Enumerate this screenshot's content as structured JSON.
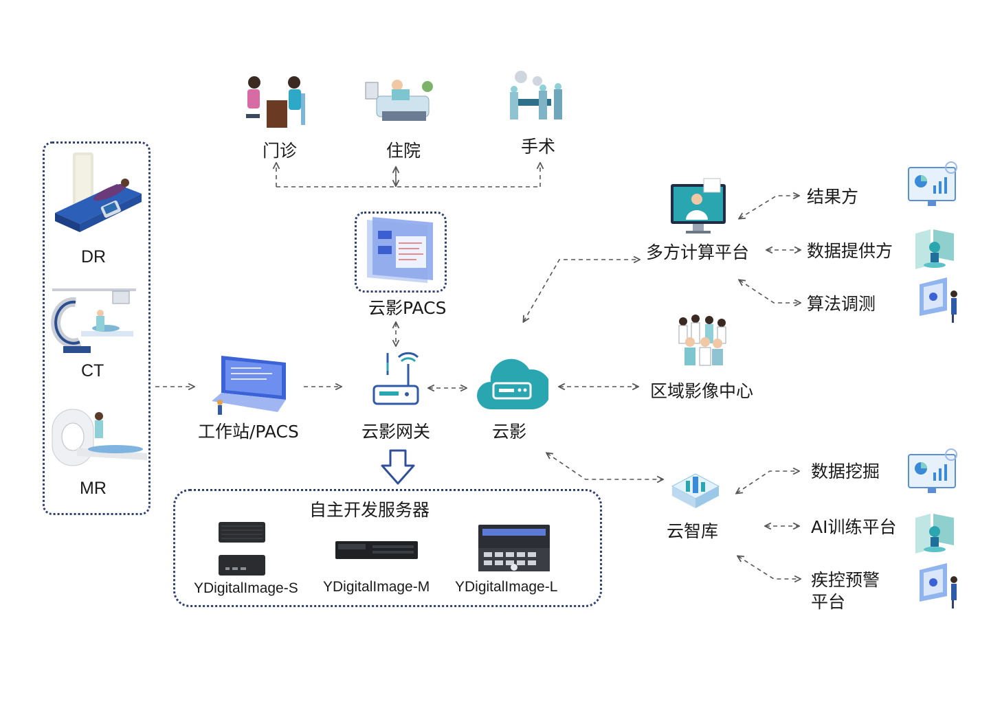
{
  "modalities": {
    "dr": "DR",
    "ct": "CT",
    "mr": "MR"
  },
  "top": {
    "outpatient": "门诊",
    "inpatient": "住院",
    "surgery": "手术"
  },
  "pacs": "云影PACS",
  "workstation": "工作站/PACS",
  "gateway": "云影网关",
  "cloud": "云影",
  "servers": {
    "title": "自主开发服务器",
    "s": "YDigitalImage-S",
    "m": "YDigitalImage-M",
    "l": "YDigitalImage-L"
  },
  "mpc": {
    "title": "多方计算平台",
    "result": "结果方",
    "provider": "数据提供方",
    "algo": "算法调测"
  },
  "regional": "区域影像中心",
  "smartlib": {
    "title": "云智库",
    "mining": "数据挖掘",
    "ai": "AI训练平台",
    "cdc_line1": "疾控预警",
    "cdc_line2": "平台"
  },
  "colors": {
    "accent": "#2aa6b0",
    "navy": "#2f3f73",
    "blue": "#3a6fd8",
    "line": "#555555"
  }
}
